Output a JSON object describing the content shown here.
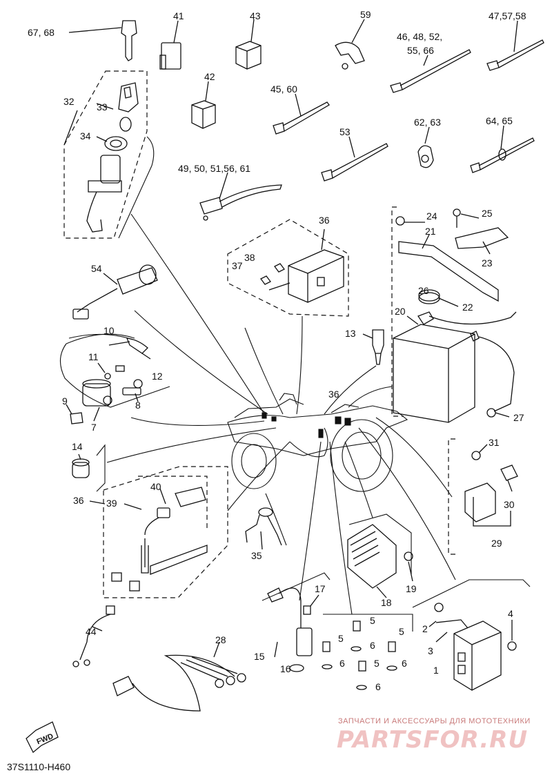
{
  "diagram_code": "37S1110-H460",
  "fwd_label": "FWD",
  "watermark": {
    "subtitle": "ЗАПЧАСТИ И АКСЕССУАРЫ ДЛЯ МОТОТЕХНИКИ",
    "brand": "PARTSFOR.RU"
  },
  "callouts": {
    "c_67_68": "67, 68",
    "c_41": "41",
    "c_43": "43",
    "c_59": "59",
    "c_46_48_52": "46, 48, 52,",
    "c_55_66": "55, 66",
    "c_47_57_58": "47,57,58",
    "c_42": "42",
    "c_45_60": "45, 60",
    "c_32": "32",
    "c_33": "33",
    "c_34": "34",
    "c_53": "53",
    "c_62_63": "62, 63",
    "c_64_65": "64, 65",
    "c_49_61": "49, 50, 51,56, 61",
    "c_36_top": "36",
    "c_24": "24",
    "c_25": "25",
    "c_21": "21",
    "c_38": "38",
    "c_37": "37",
    "c_23": "23",
    "c_54": "54",
    "c_26": "26",
    "c_22": "22",
    "c_20": "20",
    "c_10": "10",
    "c_13": "13",
    "c_11": "11",
    "c_12": "12",
    "c_9": "9",
    "c_8": "8",
    "c_7": "7",
    "c_36_mid": "36",
    "c_27": "27",
    "c_14": "14",
    "c_31": "31",
    "c_40": "40",
    "c_36_left": "36",
    "c_39": "39",
    "c_30": "30",
    "c_29": "29",
    "c_35": "35",
    "c_19": "19",
    "c_18": "18",
    "c_17": "17",
    "c_4": "4",
    "c_5a": "5",
    "c_2": "2",
    "c_44": "44",
    "c_5b": "5",
    "c_5c": "5",
    "c_6a": "6",
    "c_3": "3",
    "c_28": "28",
    "c_15": "15",
    "c_5d": "5",
    "c_6b": "6",
    "c_16": "16",
    "c_6c": "6",
    "c_1": "1",
    "c_6d": "6"
  }
}
